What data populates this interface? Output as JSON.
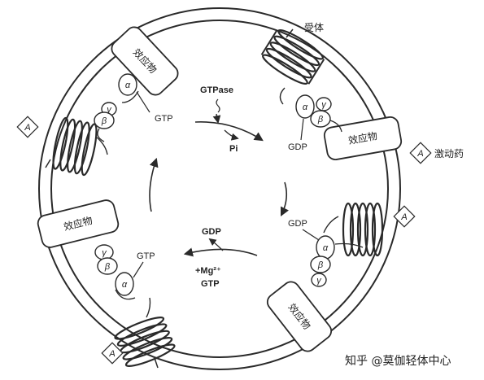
{
  "center": {
    "gtpase": "GTPase",
    "pi": "Pi",
    "gdp_bottom": "GDP",
    "mg": "+Mg²⁺",
    "gtp_bottom": "GTP"
  },
  "labels": {
    "receptor": "受体",
    "agonist": "激动药",
    "effector": "效应物",
    "ligand": "A",
    "gtp": "GTP",
    "gdp": "GDP",
    "alpha": "α",
    "beta": "β",
    "gamma": "γ"
  },
  "watermark": "知乎 @莫伽轻体中心"
}
